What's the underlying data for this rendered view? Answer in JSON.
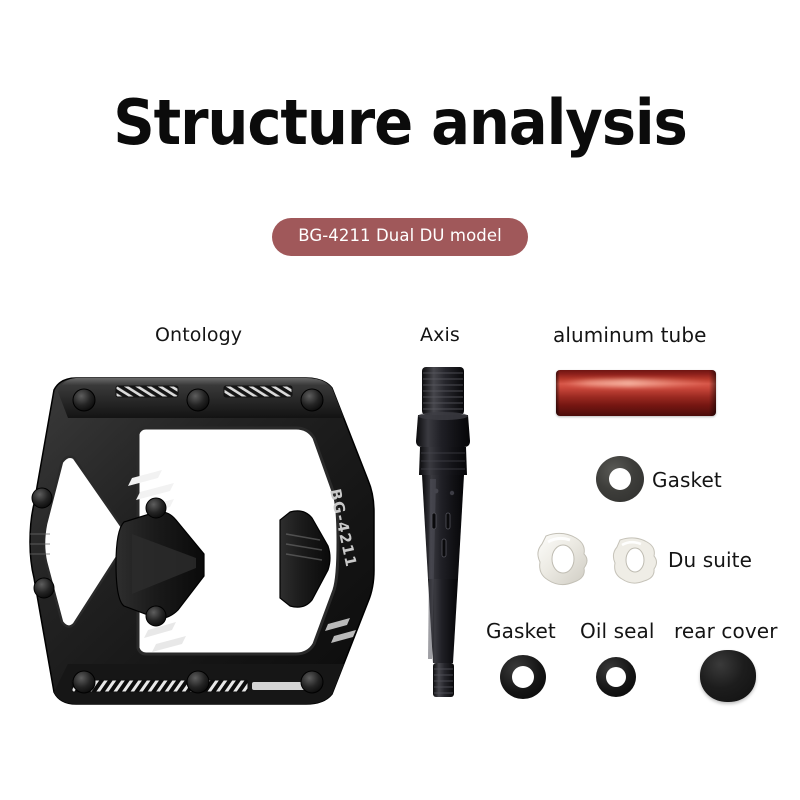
{
  "header": {
    "title": "Structure analysis",
    "badge": "BG-4211 Dual DU model",
    "badge_color": "#a0585a",
    "title_color": "#0b0b0b"
  },
  "labels": {
    "ontology": "Ontology",
    "axis": "Axis",
    "aluminum_tube": "aluminum tube",
    "gasket_top": "Gasket",
    "du_suite": "Du suite",
    "gasket_bottom": "Gasket",
    "oil_seal": "Oil seal",
    "rear_cover": "rear cover"
  },
  "parts": {
    "pedal_body": {
      "name": "Ontology",
      "engraving": "BG-4211",
      "color": "#1b1b1b",
      "description": "hexagonal flat pedal platform"
    },
    "axle": {
      "name": "Axis",
      "color": "#17171a",
      "description": "threaded spindle"
    },
    "aluminum_tube": {
      "name": "aluminum tube",
      "color": "#9c2a22",
      "description": "red anodized sleeve"
    },
    "gasket_top": {
      "name": "Gasket",
      "color": "#3e3e3b"
    },
    "du_bushings": {
      "name": "Du suite",
      "color": "#e9e6e0",
      "count": 2
    },
    "gasket_bottom": {
      "name": "Gasket",
      "color": "#121212"
    },
    "oil_seal": {
      "name": "Oil seal",
      "color": "#121212"
    },
    "rear_cover": {
      "name": "rear cover",
      "color": "#1a1a1a"
    }
  },
  "background": "#ffffff"
}
